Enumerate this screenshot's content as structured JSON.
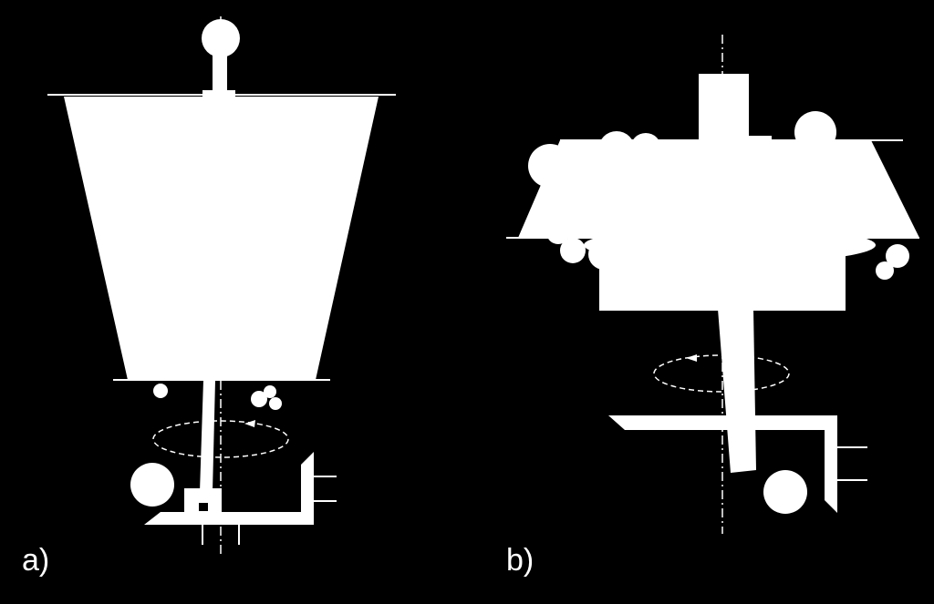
{
  "panels": [
    {
      "id": "a",
      "label": "a)"
    },
    {
      "id": "b",
      "label": "b)"
    }
  ],
  "colors": {
    "background": "#000000",
    "foreground": "#ffffff"
  }
}
